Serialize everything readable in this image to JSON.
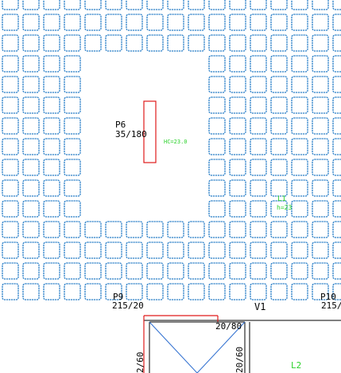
{
  "drawing": {
    "colors": {
      "waffle": "#2a7fc8",
      "pillar": "#e01b1b",
      "text": "#000000",
      "annotation": "#2bd12b",
      "slab": "#2f6fd0"
    },
    "pillar_p6": {
      "name": "P6",
      "size": "35/180",
      "annotation": "HC=23.0"
    },
    "slab_l1": {
      "name": "L1",
      "thickness": "h=23"
    },
    "pillar_p9": {
      "name": "P9",
      "size": "215/20"
    },
    "pillar_p10": {
      "name": "P10",
      "size": "215/..."
    },
    "beam_v1": {
      "name": "V1",
      "size": "20/80"
    },
    "side_label_left": "2/60",
    "side_label_right": "20/60",
    "slab_l2": {
      "name": "L2"
    }
  }
}
